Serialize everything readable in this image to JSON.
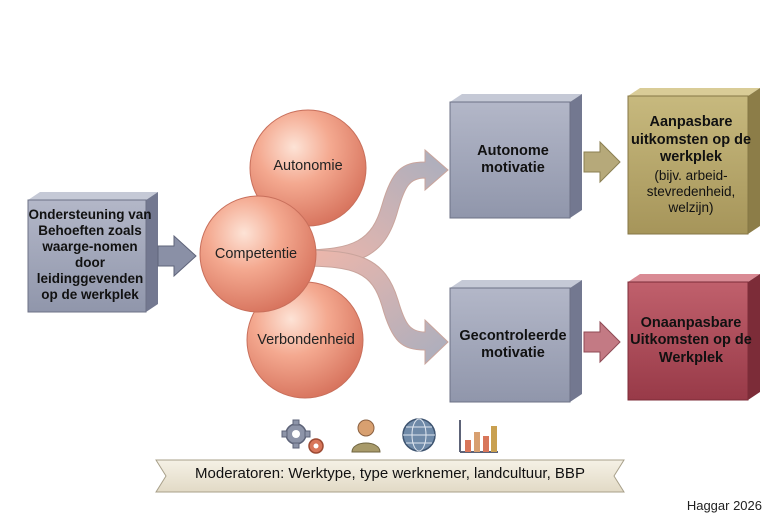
{
  "diagram": {
    "support_box": "Ondersteuning van Behoeften zoals waarge-nomen door leidinggevenden op de werkplek",
    "needs": {
      "autonomie": "Autonomie",
      "competentie": "Competentie",
      "verbondenheid": "Verbondenheid"
    },
    "autonomous_motivation": "Autonome motivatie",
    "controlled_motivation": "Gecontroleerde motivatie",
    "adaptive_outcomes": {
      "title": "Aanpasbare uitkomsten op de werkplek",
      "detail": "(bijv. arbeid-stevredenheid, welzijn)"
    },
    "maladaptive_outcomes": "Onaanpasbare Uitkomsten op de Werkplek"
  },
  "moderators": {
    "text": "Moderatoren: Werktype, type werknemer, landcultuur, BBP",
    "icons": [
      "gears-icon",
      "person-icon",
      "globe-icon",
      "bar-chart-icon"
    ]
  },
  "credit": "Haggar 2026",
  "colors": {
    "slate_box": "#9ea3b6",
    "olive_box": "#b6a76a",
    "red_box": "#b04a58",
    "sphere": "#f2a48c",
    "arrow": "#8a8fa3",
    "flow_branch": "#e8b2a8"
  }
}
